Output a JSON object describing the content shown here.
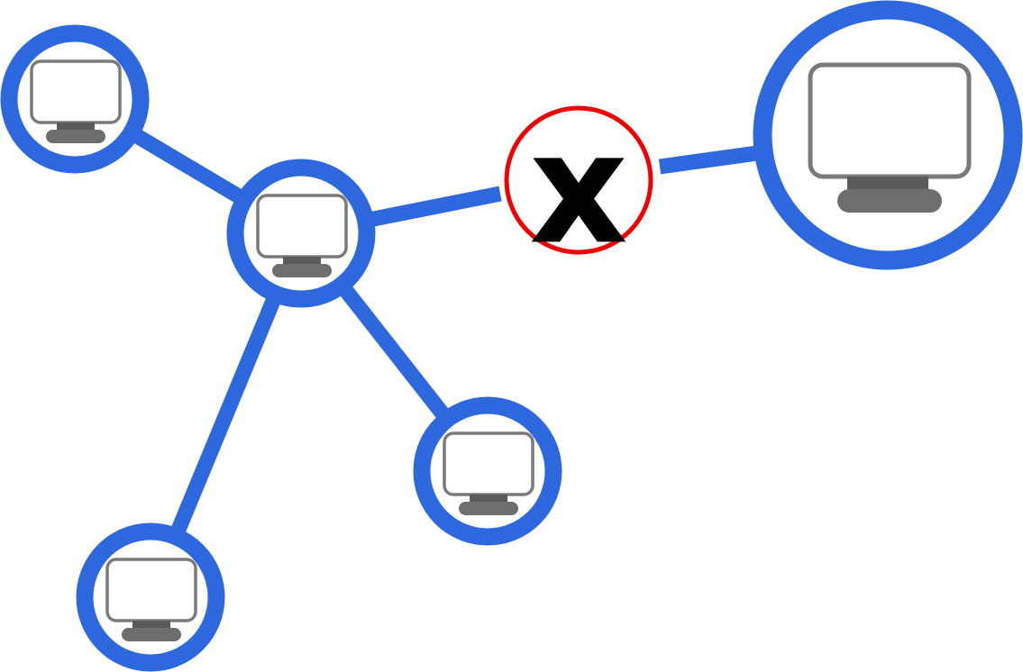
{
  "diagram": {
    "type": "network-topology",
    "colors": {
      "link": "#2E68DE",
      "node_ring": "#2E68DE",
      "node_fill": "#FFFFFF",
      "computer_outline": "#7A7A7A",
      "computer_stand": "#6E6E6E",
      "break_ring": "#F00000",
      "break_mark": "#000000",
      "background": "#FFFFFF"
    },
    "nodes": [
      {
        "id": "hub",
        "icon": "computer-icon",
        "role": "hub"
      },
      {
        "id": "top-left",
        "icon": "computer-icon",
        "role": "client"
      },
      {
        "id": "bottom-right",
        "icon": "computer-icon",
        "role": "client"
      },
      {
        "id": "bottom-left",
        "icon": "computer-icon",
        "role": "client"
      },
      {
        "id": "remote",
        "icon": "computer-icon",
        "role": "unreachable"
      }
    ],
    "links": [
      {
        "from": "hub",
        "to": "top-left",
        "status": "connected"
      },
      {
        "from": "hub",
        "to": "bottom-right",
        "status": "connected"
      },
      {
        "from": "hub",
        "to": "bottom-left",
        "status": "connected"
      },
      {
        "from": "hub",
        "to": "remote",
        "status": "broken"
      }
    ],
    "break_marker": {
      "label": "x",
      "icon": "disconnected-icon"
    }
  }
}
